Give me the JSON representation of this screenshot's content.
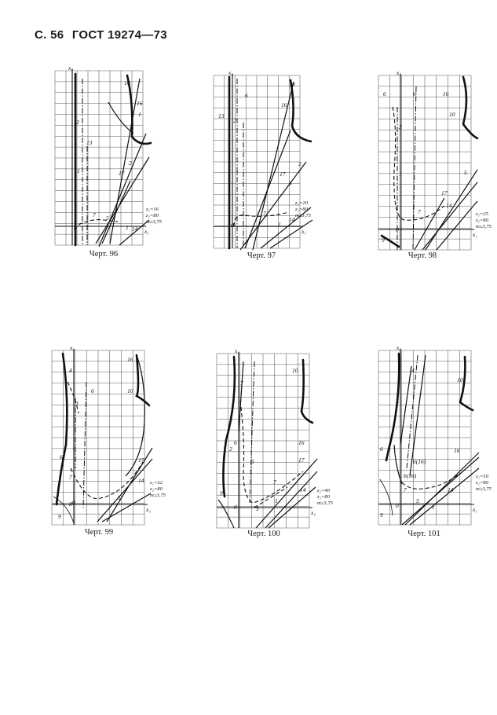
{
  "header": {
    "page": "С. 56",
    "standard": "ГОСТ 19274—73"
  },
  "figures": [
    {
      "caption": "Черт. 96",
      "params": [
        "z₁=16",
        "z₂=80",
        "m≥3,75"
      ],
      "labels": [
        "10",
        "16",
        "1",
        "2",
        "13",
        "1",
        "17",
        "2",
        "7",
        "5",
        "14",
        "1",
        "0"
      ]
    },
    {
      "caption": "Черт. 97",
      "params": [
        "z₁=20",
        "z₂=80",
        "m≥3,75"
      ],
      "labels": [
        "10",
        "6",
        "16",
        "13",
        "2",
        "1",
        "17",
        "2",
        "5",
        "7",
        "14",
        "1",
        "0"
      ]
    },
    {
      "caption": "Черт. 98",
      "params": [
        "z₁=25",
        "z₂=80",
        "m≥3,75"
      ],
      "labels": [
        "6",
        "6",
        "16",
        "10",
        "2",
        "1",
        "5",
        "17",
        "14",
        "7",
        "9",
        "0"
      ]
    },
    {
      "caption": "Черт. 99",
      "params": [
        "z₁=32",
        "z₂=80",
        "m≥3,75"
      ],
      "labels": [
        "16",
        "4",
        "6",
        "10",
        "3",
        "1",
        "6",
        "17",
        "7",
        "14",
        "5",
        "8",
        "9",
        "0"
      ]
    },
    {
      "caption": "Черт. 100",
      "params": [
        "z₁=40",
        "z₂=80",
        "m≥3,75"
      ],
      "labels": [
        "10",
        "7",
        "2",
        "6",
        "16",
        "5",
        "17",
        "9",
        "7",
        "14",
        "5",
        "1",
        "0"
      ]
    },
    {
      "caption": "Черт. 101",
      "params": [
        "z₁=50",
        "z₂=80",
        "m≥3,75"
      ],
      "labels": [
        "4",
        "10",
        "2",
        "16",
        "6",
        "6(16)",
        "b(16)",
        "7",
        "14",
        "5",
        "9",
        "0",
        "1"
      ]
    }
  ],
  "axis": {
    "x": "x₁",
    "y": "x₂"
  }
}
